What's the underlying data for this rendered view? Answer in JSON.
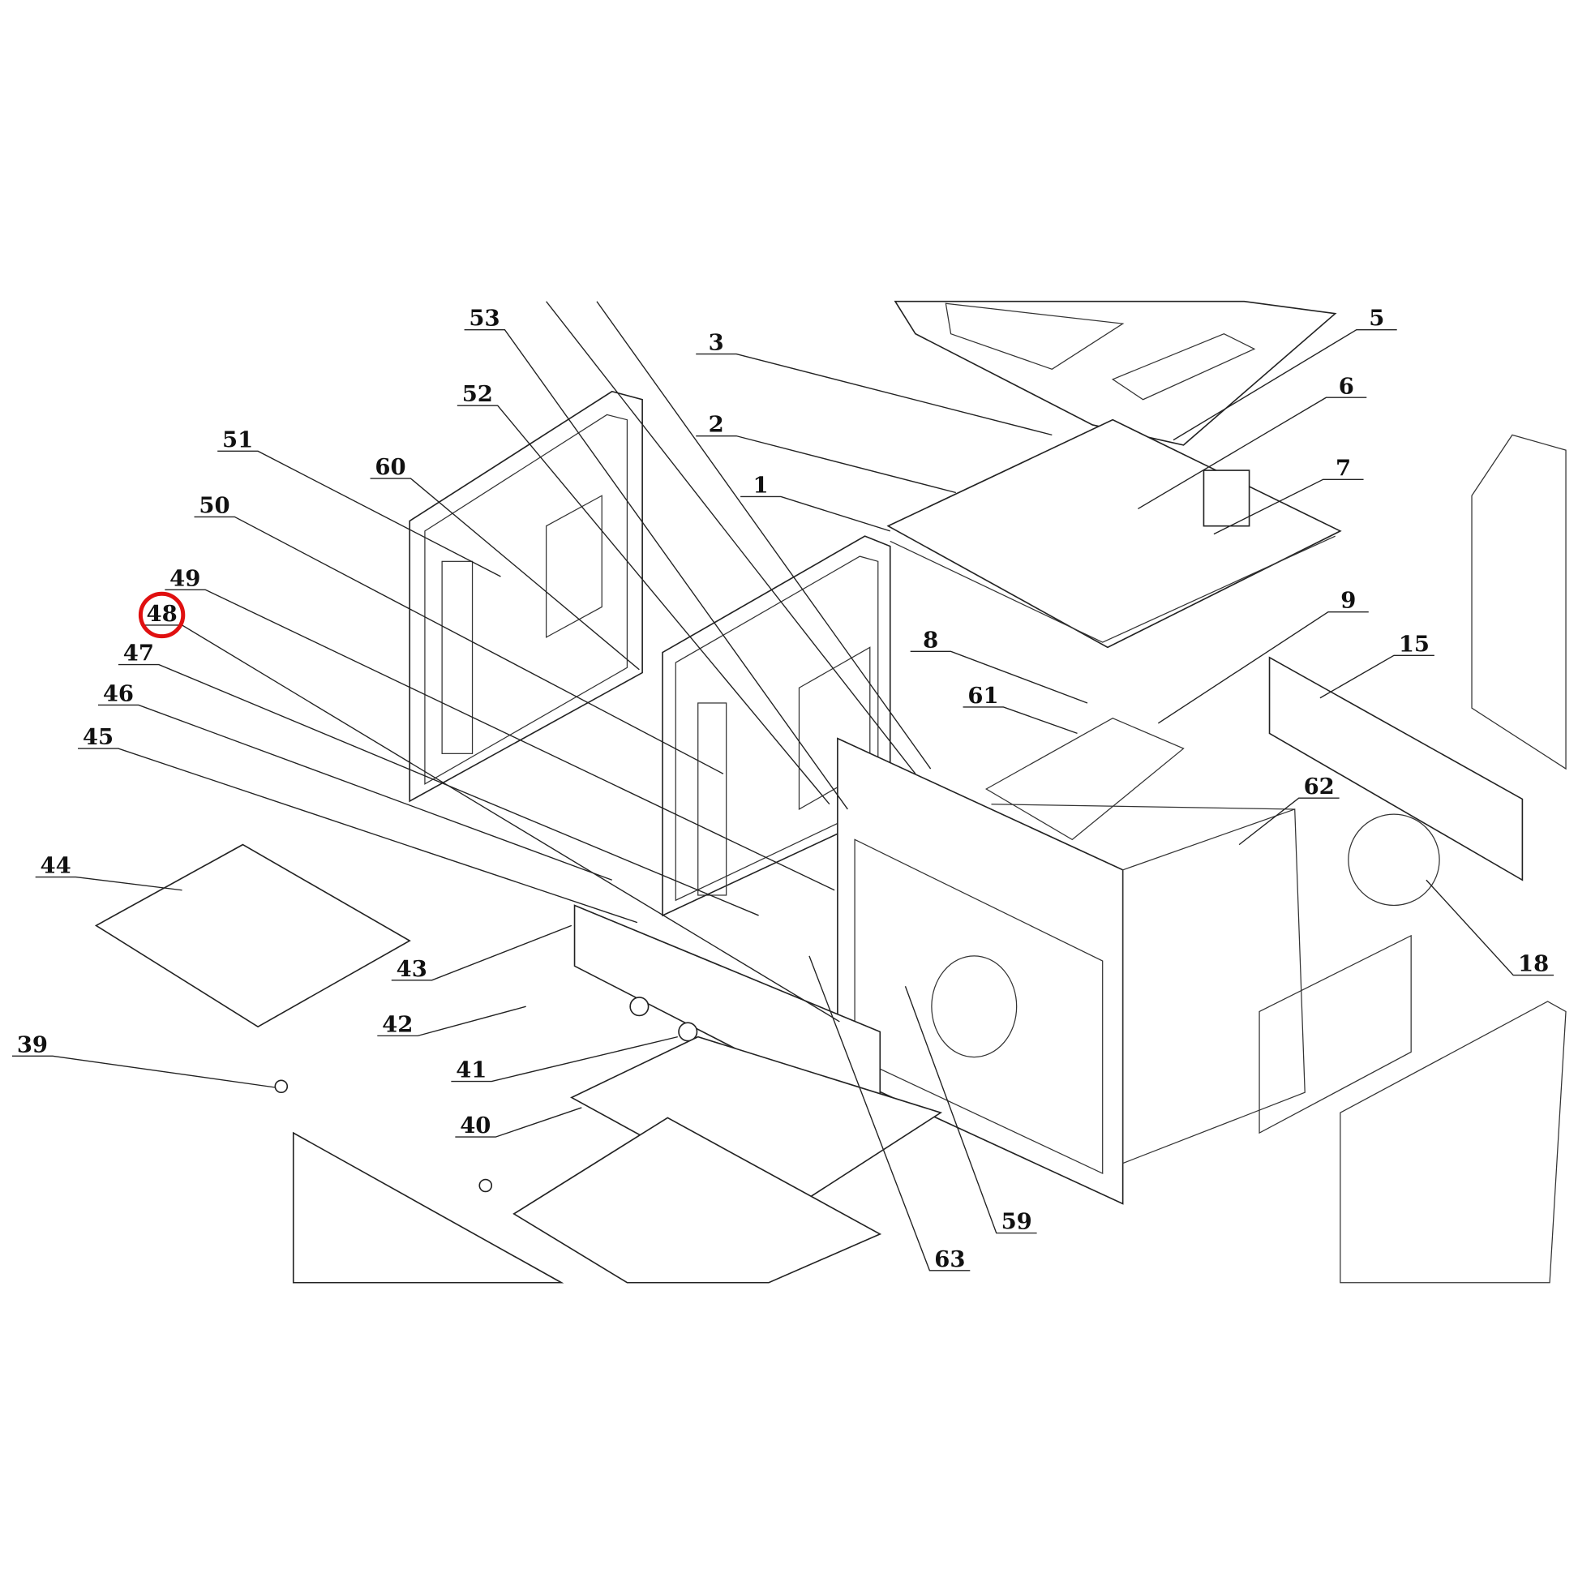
{
  "diagram": {
    "title": "Oven exploded parts diagram",
    "highlighted_part": "48",
    "highlight_color": "#e01010",
    "part_labels": [
      "53",
      "3",
      "5",
      "2",
      "6",
      "52",
      "7",
      "1",
      "51",
      "60",
      "50",
      "9",
      "49",
      "48",
      "47",
      "15",
      "8",
      "61",
      "46",
      "45",
      "62",
      "44",
      "18",
      "43",
      "42",
      "41",
      "40",
      "39",
      "59",
      "63"
    ]
  }
}
